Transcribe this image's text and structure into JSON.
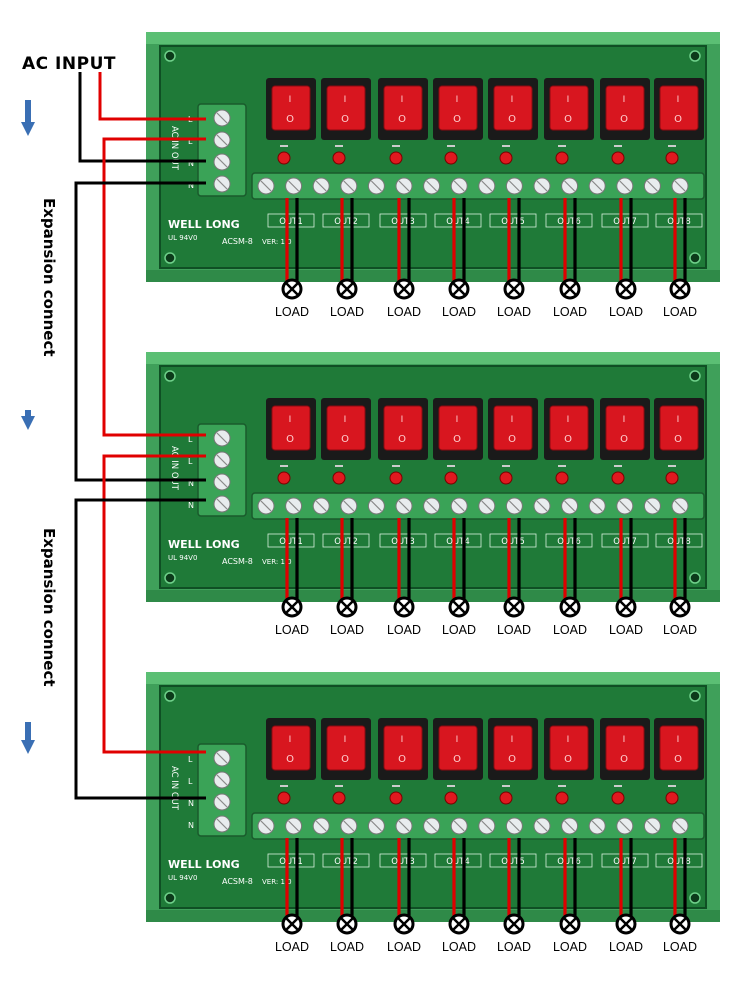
{
  "labels": {
    "ac_input": "AC INPUT",
    "expansion_connect": "Expansion connect",
    "load": "LOAD"
  },
  "board": {
    "brand": "WELL LONG",
    "rating": "UL 94V0",
    "model": "ACSM-8",
    "version": "VER: 1.0",
    "input_marks": [
      "L",
      "L",
      "N",
      "N"
    ],
    "input_vertical": "AC IN OUT",
    "switch_on": "I",
    "switch_off": "O",
    "outputs": [
      "OUT1",
      "OUT2",
      "OUT3",
      "OUT4",
      "OUT5",
      "OUT6",
      "OUT7",
      "OUT8"
    ]
  },
  "colors": {
    "pcb": "#1f7a38",
    "pcb_dark": "#0f4f24",
    "rail": "#3fa05a",
    "switch_red": "#d8161f",
    "switch_frame": "#1a1a1a",
    "led": "#e0191f",
    "terminal": "#3aa357",
    "screw": "#e8ecee",
    "wire_live": "#e00000",
    "wire_neutral": "#000000",
    "arrow": "#3a6fb4"
  },
  "icons": [
    "down-arrow-icon",
    "load-lamp-icon",
    "screw-icon",
    "rocker-switch-icon",
    "led-indicator-icon"
  ]
}
